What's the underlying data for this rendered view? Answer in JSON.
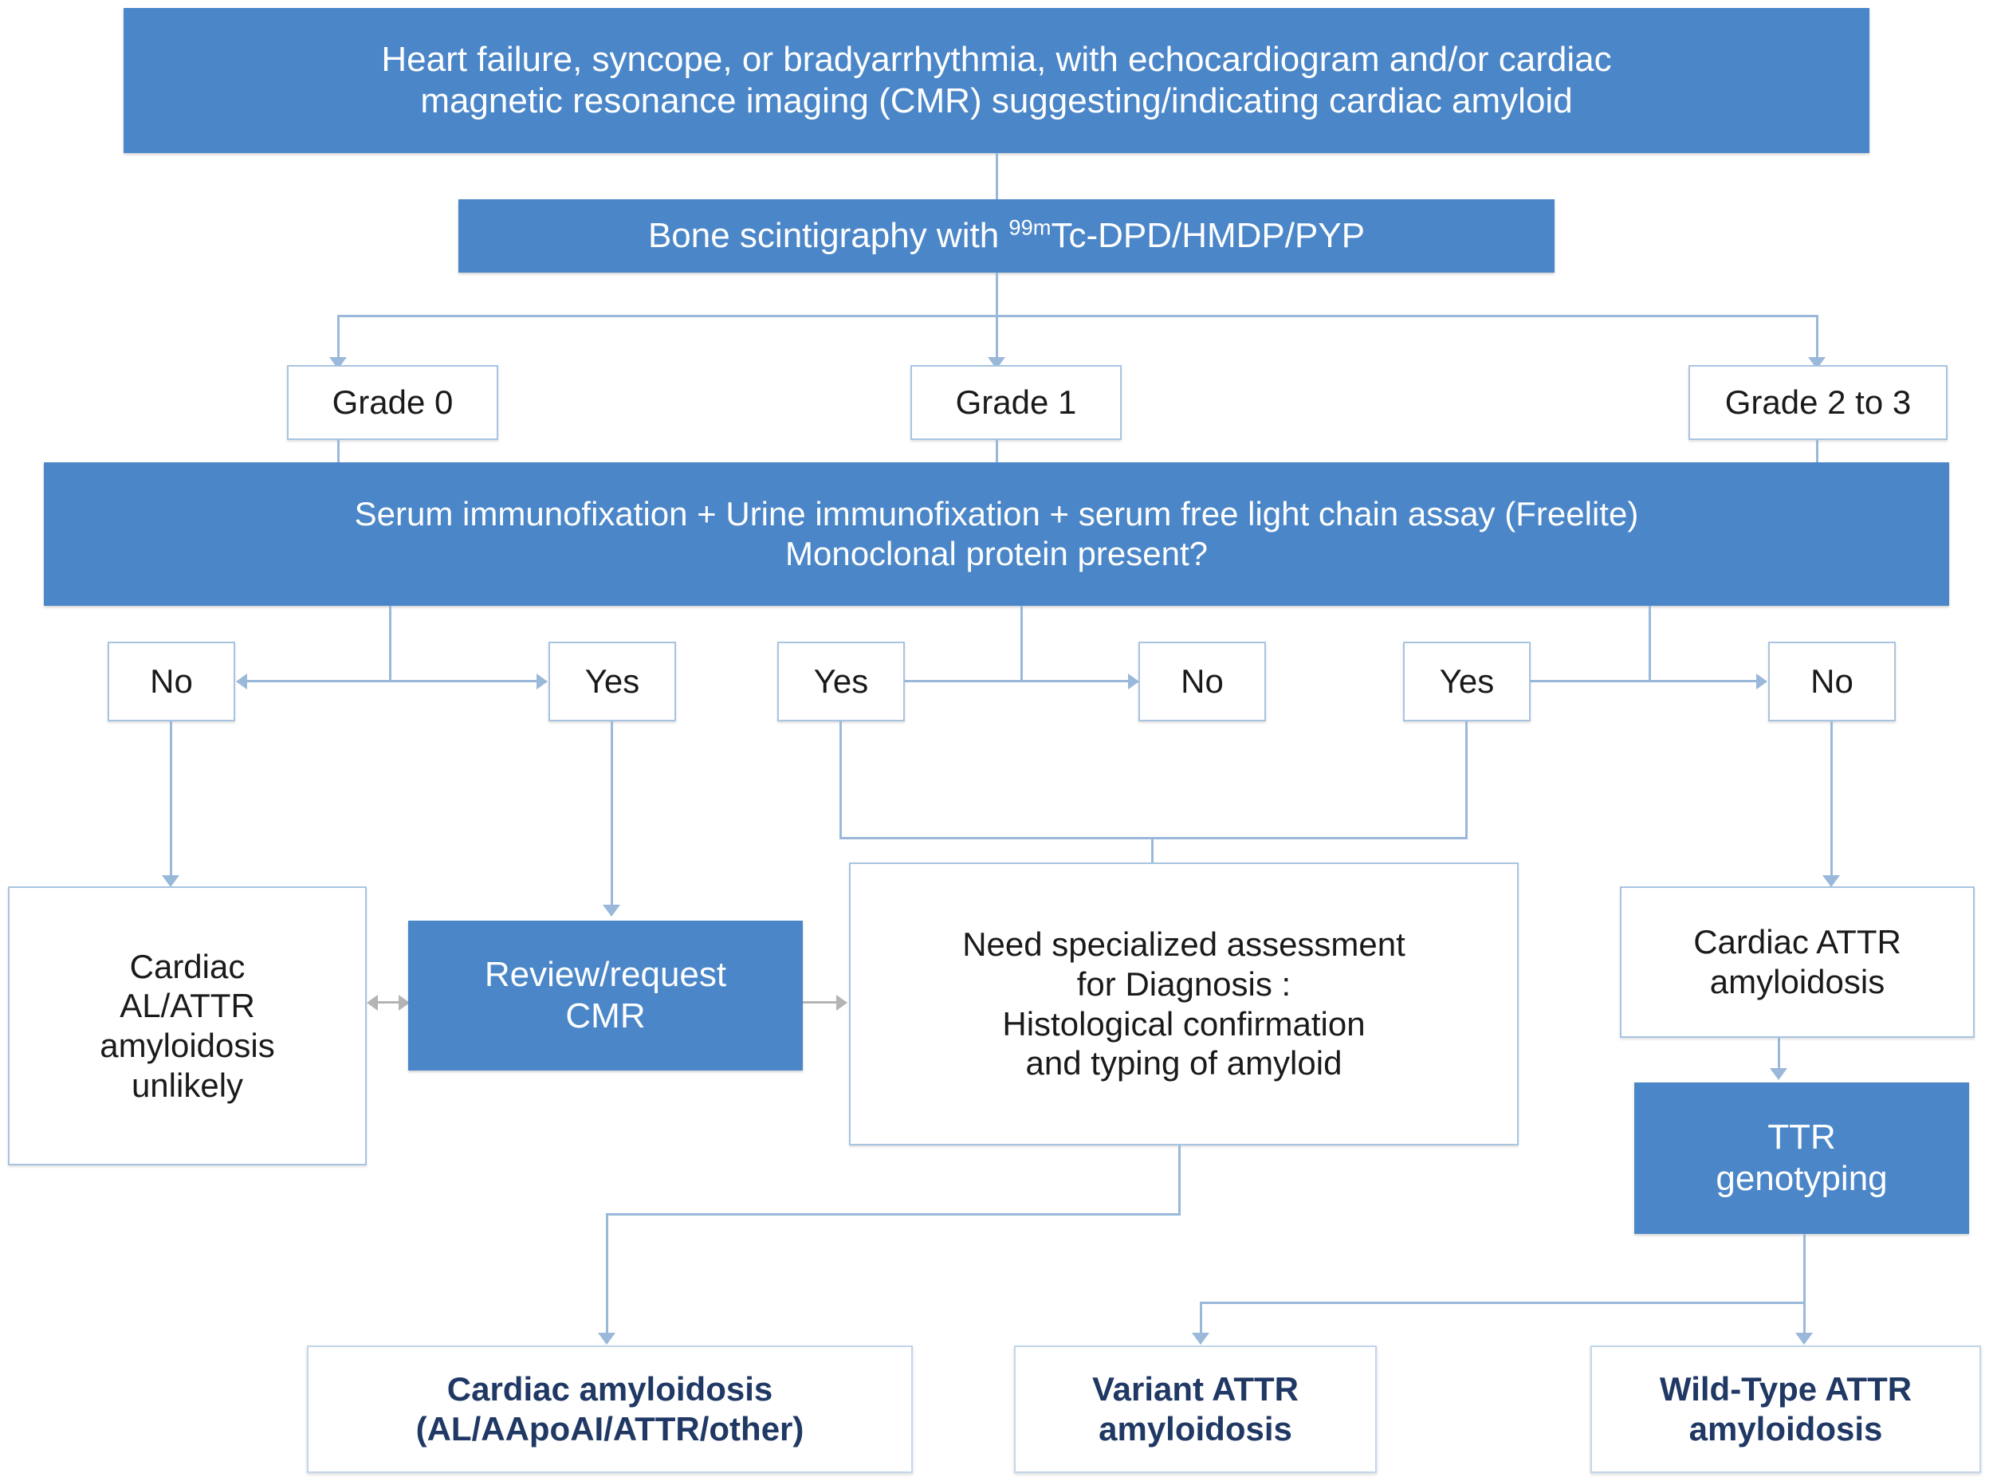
{
  "diagram": {
    "title": "Cardiac amyloidosis diagnostic algorithm",
    "colors": {
      "process_fill": "#4a86c8",
      "process_text": "#ffffff",
      "box_border": "#a8c4e0",
      "connector": "#9ab8da",
      "connector_gray": "#b4b4b4",
      "result_text": "#1f3864"
    }
  },
  "nodes": {
    "presentation": {
      "line1": "Heart failure, syncope, or bradyarrhythmia, with echocardiogram and/or cardiac",
      "line2": "magnetic resonance imaging (CMR) suggesting/indicating cardiac amyloid"
    },
    "scintigraphy": {
      "prefix": "Bone scintigraphy with ",
      "isotope_sup": "99m",
      "suffix": "Tc-DPD/HMDP/PYP"
    },
    "grade_0": "Grade 0",
    "grade_1": "Grade 1",
    "grade_2_3": "Grade 2 to 3",
    "immunofixation": {
      "line1": "Serum immunofixation + Urine immunofixation + serum free light chain assay (Freelite)",
      "line2": "Monoclonal protein present?"
    },
    "g0_no": "No",
    "g0_yes": "Yes",
    "g1_yes": "Yes",
    "g1_no": "No",
    "g23_yes": "Yes",
    "g23_no": "No",
    "unlikely": {
      "line1": "Cardiac",
      "line2": "AL/ATTR",
      "line3": "amyloidosis",
      "line4": "unlikely"
    },
    "review_cmr": {
      "line1": "Review/request",
      "line2": "CMR"
    },
    "specialized": {
      "line1": "Need specialized assessment",
      "line2": "for Diagnosis :",
      "line3": "Histological confirmation",
      "line4": "and typing of amyloid"
    },
    "cardiac_attr": {
      "line1": "Cardiac ATTR",
      "line2": "amyloidosis"
    },
    "ttr_genotyping": {
      "line1": "TTR",
      "line2": "genotyping"
    },
    "result_cardiac_amyloidosis": {
      "line1": "Cardiac amyloidosis",
      "line2": "(AL/AApoAI/ATTR/other)"
    },
    "result_variant_attr": {
      "line1": "Variant ATTR",
      "line2": "amyloidosis"
    },
    "result_wildtype_attr": {
      "line1": "Wild-Type ATTR",
      "line2": "amyloidosis"
    }
  }
}
